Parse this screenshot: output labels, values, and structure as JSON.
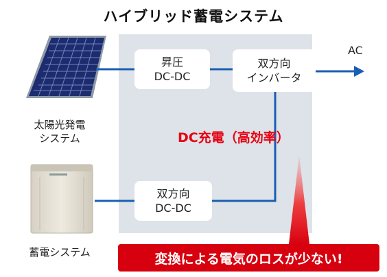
{
  "title": "ハイブリッド蓄電システム",
  "nodes": {
    "boost": {
      "line1": "昇圧",
      "line2": "DC-DC"
    },
    "inverter": {
      "line1": "双方向",
      "line2": "インバータ"
    },
    "bidir_dc": {
      "line1": "双方向",
      "line2": "DC-DC"
    }
  },
  "solar_caption": {
    "line1": "太陽光発電",
    "line2": "システム"
  },
  "battery_caption": "蓄電システム",
  "ac_label": "AC",
  "highlight_text": "DC充電（高効率）",
  "banner_text": "変換による電気のロスが少ない!",
  "colors": {
    "line": "#1a5eb2",
    "accent_red": "#e60012",
    "panel_bg": "#dde3e8",
    "solar_cell": "#1c2c6e"
  }
}
